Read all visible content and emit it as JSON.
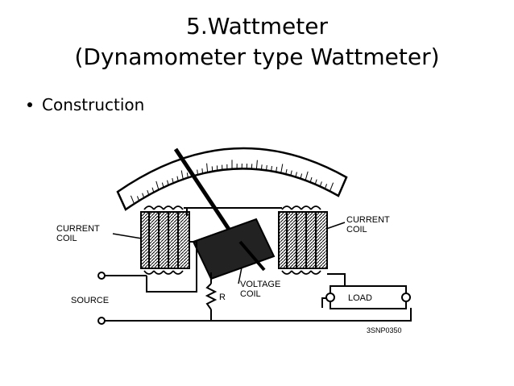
{
  "title": {
    "line1": "5.Wattmeter",
    "line2": "(Dynamometer type Wattmeter)"
  },
  "bullets": [
    "Construction"
  ],
  "diagram": {
    "labels": {
      "current_coil_left_1": "CURRENT",
      "current_coil_left_2": "COIL",
      "current_coil_right_1": "CURRENT",
      "current_coil_right_2": "COIL",
      "voltage_coil_1": "VOLTAGE",
      "voltage_coil_2": "COIL",
      "resistor": "R",
      "source": "SOURCE",
      "load": "LOAD",
      "figure_code": "3SNP0350"
    }
  }
}
